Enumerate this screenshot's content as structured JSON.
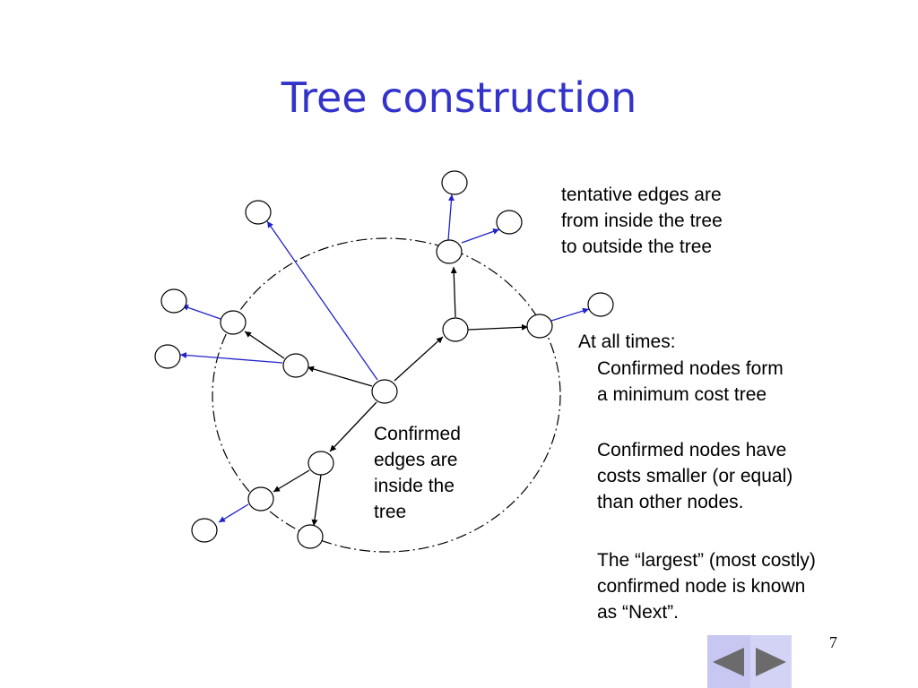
{
  "title": "Tree construction",
  "diagram": {
    "tentative_note": [
      "tentative edges are",
      "from inside the tree",
      "to outside the tree"
    ],
    "confirmed_note": [
      "Confirmed",
      "edges are",
      "inside the",
      "tree"
    ],
    "colors": {
      "tentative_edge": "#2222cc",
      "confirmed_edge": "#000000",
      "title": "#3333cc"
    }
  },
  "notes": {
    "heading": "At all times:",
    "para1": [
      "Confirmed nodes form",
      "a minimum cost tree"
    ],
    "para2": [
      "Confirmed nodes have",
      "costs smaller (or equal)",
      "than other nodes."
    ],
    "para3": [
      "The “largest” (most costly)",
      "confirmed node is known",
      "as “Next”."
    ]
  },
  "page_number": "7",
  "navigation": {
    "prev_icon": "triangle-left-icon",
    "next_icon": "triangle-right-icon"
  }
}
